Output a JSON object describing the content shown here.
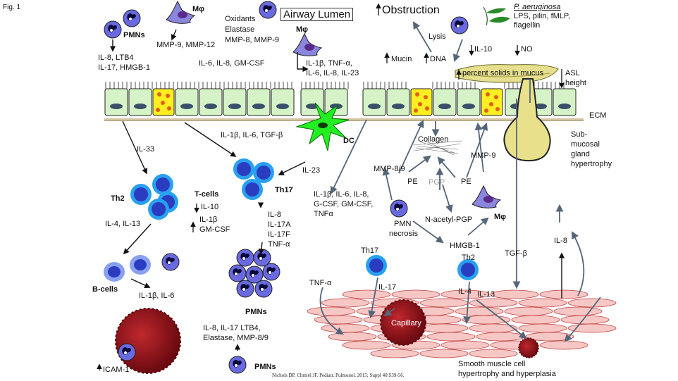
{
  "figure": {
    "fig_label": "Fig. 1",
    "airway_lumen": "Airway Lumen",
    "obstruction": "Obstruction",
    "p_aeruginosa": "P. aeruginosa",
    "pathogen_factors": [
      "LPS, pilin, fMLP,",
      "flagellin"
    ],
    "pmns_top": "PMNs",
    "pmn_top_mediators": [
      "IL-8, LTB4",
      "IL-17, HMGB-1"
    ],
    "mphi": "Mφ",
    "mphi_top_mediators": "MMP-9, MMP-12",
    "oxidants": [
      "Oxidants",
      "Elastase",
      "MMP-8, MMP-9"
    ],
    "mphi_mid_mediators": [
      "IL-1β, TNF-α,",
      "IL-6, IL-8, IL-23"
    ],
    "epi_mediators": "IL-6, IL-8, GM-CSF",
    "lysis": "Lysis",
    "mucin": "Mucin",
    "dna": "DNA",
    "il10_top": "IL-10",
    "no": "NO",
    "percent_solids": "percent solids in mucus",
    "asl": [
      "ASL",
      "height"
    ],
    "ecm": "ECM",
    "submucosal": [
      "Sub-",
      "mucosal",
      "gland",
      "hypertrophy"
    ],
    "il33": "IL-33",
    "dc_mediators": "IL-1β, IL-6, TGF-β",
    "dc": "DC",
    "il23": "IL-23",
    "th2": "Th2",
    "th17": "Th17",
    "tcells": "T-cells",
    "tcell_down": "IL-10",
    "tcell_up": [
      "IL-1β",
      "GM-CSF"
    ],
    "th2_mediators": "IL-4, IL-13",
    "th17_mediators": [
      "IL-8",
      "IL-17A",
      "IL-17F",
      "TNF-α"
    ],
    "mid_mediators": [
      "IL-1β, IL-6, IL-8,",
      "G-CSF, GM-CSF,",
      "TNFα"
    ],
    "collagen": "Collagen",
    "mmp89": "MMP-8/9",
    "mmp9": "MMP-9",
    "pe": "PE",
    "pgp": "PGP",
    "acetyl_pgp": "N-acetyl-PGP",
    "pmn_necrosis": [
      "PMN",
      "necrosis"
    ],
    "hmgb1": "HMGB-1",
    "th17_low": "Th17",
    "th2_low": "Th2",
    "tgfb": "TGF-β",
    "il8_right": "IL-8",
    "bcells": "B-cells",
    "bcell_mediators": "IL-1β, IL-6",
    "pmns_mid": "PMNs",
    "pmn_bottom_mediators": [
      "IL-8, IL-17 LTB4,",
      "Elastase, MMP-8/9"
    ],
    "pmns_bottom": "PMNs",
    "tnfa_low": "TNF-α",
    "il17_low": "IL-17",
    "il4": "IL-4",
    "il13": "IL-13",
    "capillary": "Capillary",
    "smooth_muscle": [
      "Smooth muscle cell",
      "hypertrophy and hyperplasia"
    ],
    "icam": "ICAM-1",
    "citation": "Nichols DP, Chmiel JF. Pediatr. Pulmonol. 2015; Suppl 40:S39-56."
  },
  "colors": {
    "epithelium": "#d6f3c8",
    "goblet": "#ffee22",
    "tcell": "#2a3cc0",
    "tcell_ring": "#29a0f0",
    "neutrophil": "#5a5ad0",
    "macrophage": "#8080e0",
    "dc": "#22ee22",
    "capillary": "#8b0e14",
    "smooth_muscle": "#f6c7c4",
    "gland": "#e8e08a"
  },
  "icons": [
    "neutrophil-icon",
    "macrophage-icon",
    "dendritic-cell-icon",
    "t-cell-icon",
    "b-cell-icon",
    "bacteria-leaf-icon"
  ]
}
